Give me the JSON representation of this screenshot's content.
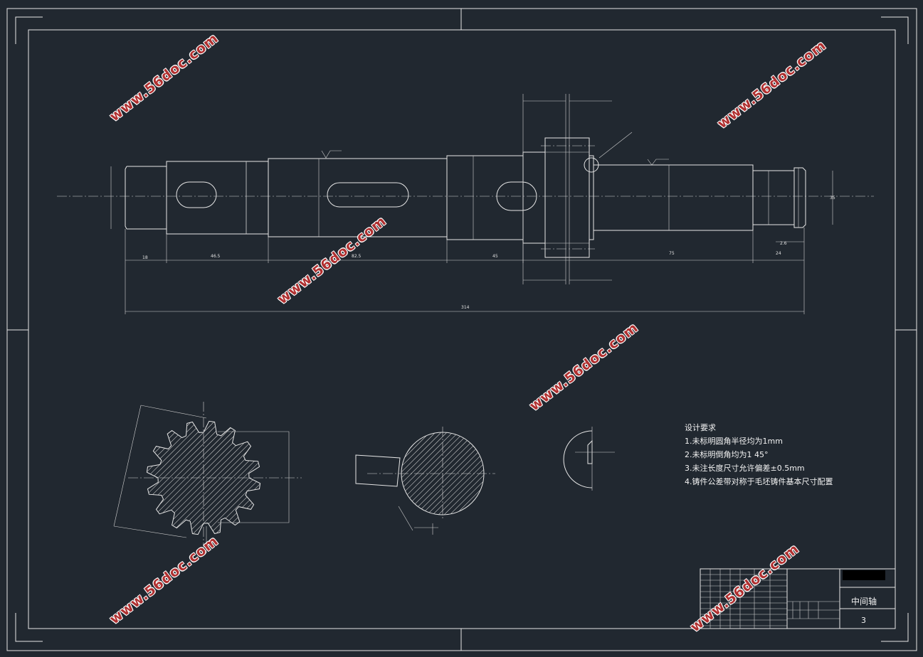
{
  "drawing": {
    "title": "中间轴",
    "sheet_no": "3"
  },
  "dimensions": {
    "total_length": "314",
    "seg1": "18",
    "seg2": "46.5",
    "seg3": "82.5",
    "seg4": "45",
    "seg5": "75",
    "seg6": "24",
    "seg7": "2.6",
    "dia_end": "35"
  },
  "notes": {
    "heading": "设计要求",
    "items": [
      "1.未标明圆角半径均为1mm",
      "2.未标明倒角均为1 45°",
      "3.未注长度尺寸允许偏差±0.5mm",
      "4.铸件公差带对称于毛坯铸件基本尺寸配置"
    ]
  },
  "watermark": "www.56doc.com",
  "colors": {
    "background": "#212830",
    "line": "#e6e6e6",
    "watermark": "#b03030"
  }
}
